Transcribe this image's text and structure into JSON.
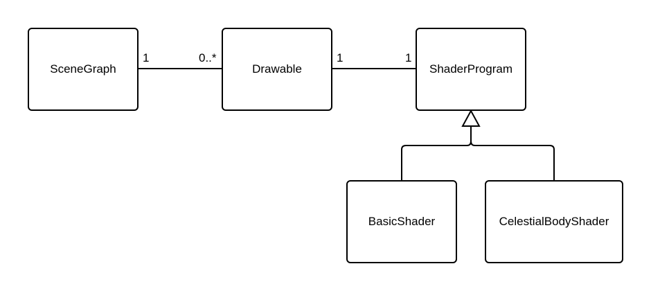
{
  "diagram": {
    "classes": {
      "scenegraph": "SceneGraph",
      "drawable": "Drawable",
      "shaderprogram": "ShaderProgram",
      "basicshader": "BasicShader",
      "celestialbodyshader": "CelestialBodyShader"
    },
    "associations": {
      "scenegraph_drawable": {
        "from_mult": "1",
        "to_mult": "0..*"
      },
      "drawable_shaderprogram": {
        "from_mult": "1",
        "to_mult": "1"
      }
    },
    "inheritance": {
      "parent": "ShaderProgram",
      "children": [
        "BasicShader",
        "CelestialBodyShader"
      ]
    }
  }
}
